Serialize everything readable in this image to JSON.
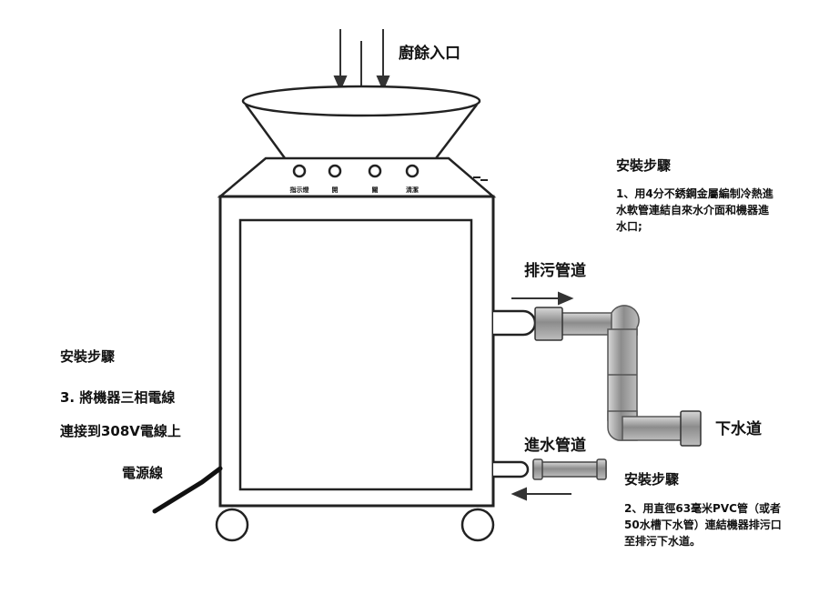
{
  "labels": {
    "food_inlet": "廚餘入口",
    "drain_pipe": "排污管道",
    "sewer": "下水道",
    "water_inlet_pipe": "進水管道",
    "power_line": "電源線"
  },
  "buttons": [
    "指示燈",
    "開",
    "關",
    "清潔"
  ],
  "steps": {
    "step1": {
      "title": "安裝步驟",
      "lines": [
        "1、用4分不銹鋼金屬編制冷熱進",
        "水軟管連結自來水介面和機器進",
        "水口;"
      ]
    },
    "step2": {
      "title": "安裝步驟",
      "lines": [
        "2、用直徑63毫米PVC管（或者",
        "50水槽下水管）連結機器排污口",
        "至排污下水道。"
      ]
    },
    "step3": {
      "title": "安裝步驟",
      "line1": "3. 將機器三相電線",
      "line2": "連接到308V電線上"
    }
  }
}
